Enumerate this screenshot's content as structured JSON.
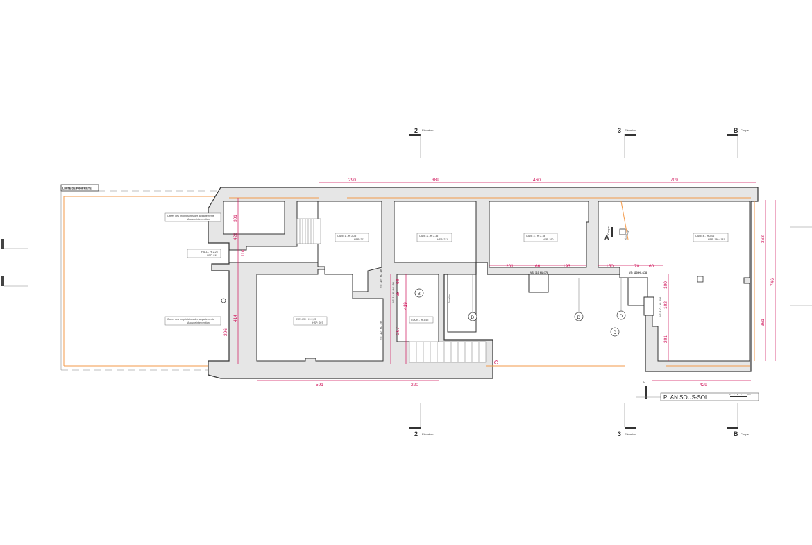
{
  "property_limit": "LIMITE DE PROPRIETE",
  "plan_title": "PLAN SOUS-SOL",
  "north": "N",
  "section_marks": [
    {
      "id": "2",
      "sub": "Elévation"
    },
    {
      "id": "3",
      "sub": "Elévation"
    },
    {
      "id": "B",
      "sub": "Coupe"
    }
  ],
  "section_A": {
    "id": "A",
    "sub": "Coupe"
  },
  "rooms": {
    "cave1": {
      "name": "CAVE 1 - Ht 2,25",
      "hsp": "HSP: 211"
    },
    "cave2": {
      "name": "CAVE 2 - Ht 2,35",
      "hsp": "HSP: 211"
    },
    "cave3": {
      "name": "CAVE 3 - Ht 2,18",
      "hsp": "HSP: 190"
    },
    "cave4": {
      "name": "CAVE 4 - Ht 2,06",
      "hsp": "HSP: 180 / 181"
    },
    "hall": {
      "name": "HALL - Ht 2,25",
      "hsp": "HSP: 211"
    },
    "atelier": {
      "name": "ATELIER - Ht 2,25",
      "hsp": "HSP: 207"
    },
    "cour": {
      "name": "COUR - Ht 3,55"
    }
  },
  "notes": {
    "top": [
      "Caves des propriétaires des appartements",
      "Aucune intervention"
    ],
    "bottom": [
      "Caves des propriétaires des appartements",
      "Aucune intervention"
    ]
  },
  "markers": {
    "B": "B",
    "D": "D"
  },
  "dims": {
    "top": [
      "290",
      "389",
      "460",
      "709"
    ],
    "bottom": [
      "591",
      "220",
      "429"
    ],
    "left": [
      "428",
      "301",
      "110",
      "414",
      "296"
    ],
    "right": [
      "363",
      "746",
      "361"
    ],
    "inner": [
      "201",
      "66",
      "193",
      "150",
      "70",
      "60",
      "60",
      "58",
      "419",
      "267",
      "100",
      "102",
      "201"
    ],
    "small": [
      "VS: 110",
      "HL:178",
      "VS: 110",
      "HL:178",
      "VS: 110 · HL: 196",
      "VS: 110 · HL: 196",
      "VS: 1 · 90 · HL: 90",
      "VS: 110 · HL: 196"
    ]
  },
  "extra": {
    "escalier": "Escalier",
    "existant": "Existant"
  },
  "scale": [
    "0",
    "1",
    "2",
    "5",
    "10 m"
  ],
  "colors": {
    "dimension": "#d0145a",
    "limit": "#f39a4a",
    "wall": "#e6e6e6"
  }
}
